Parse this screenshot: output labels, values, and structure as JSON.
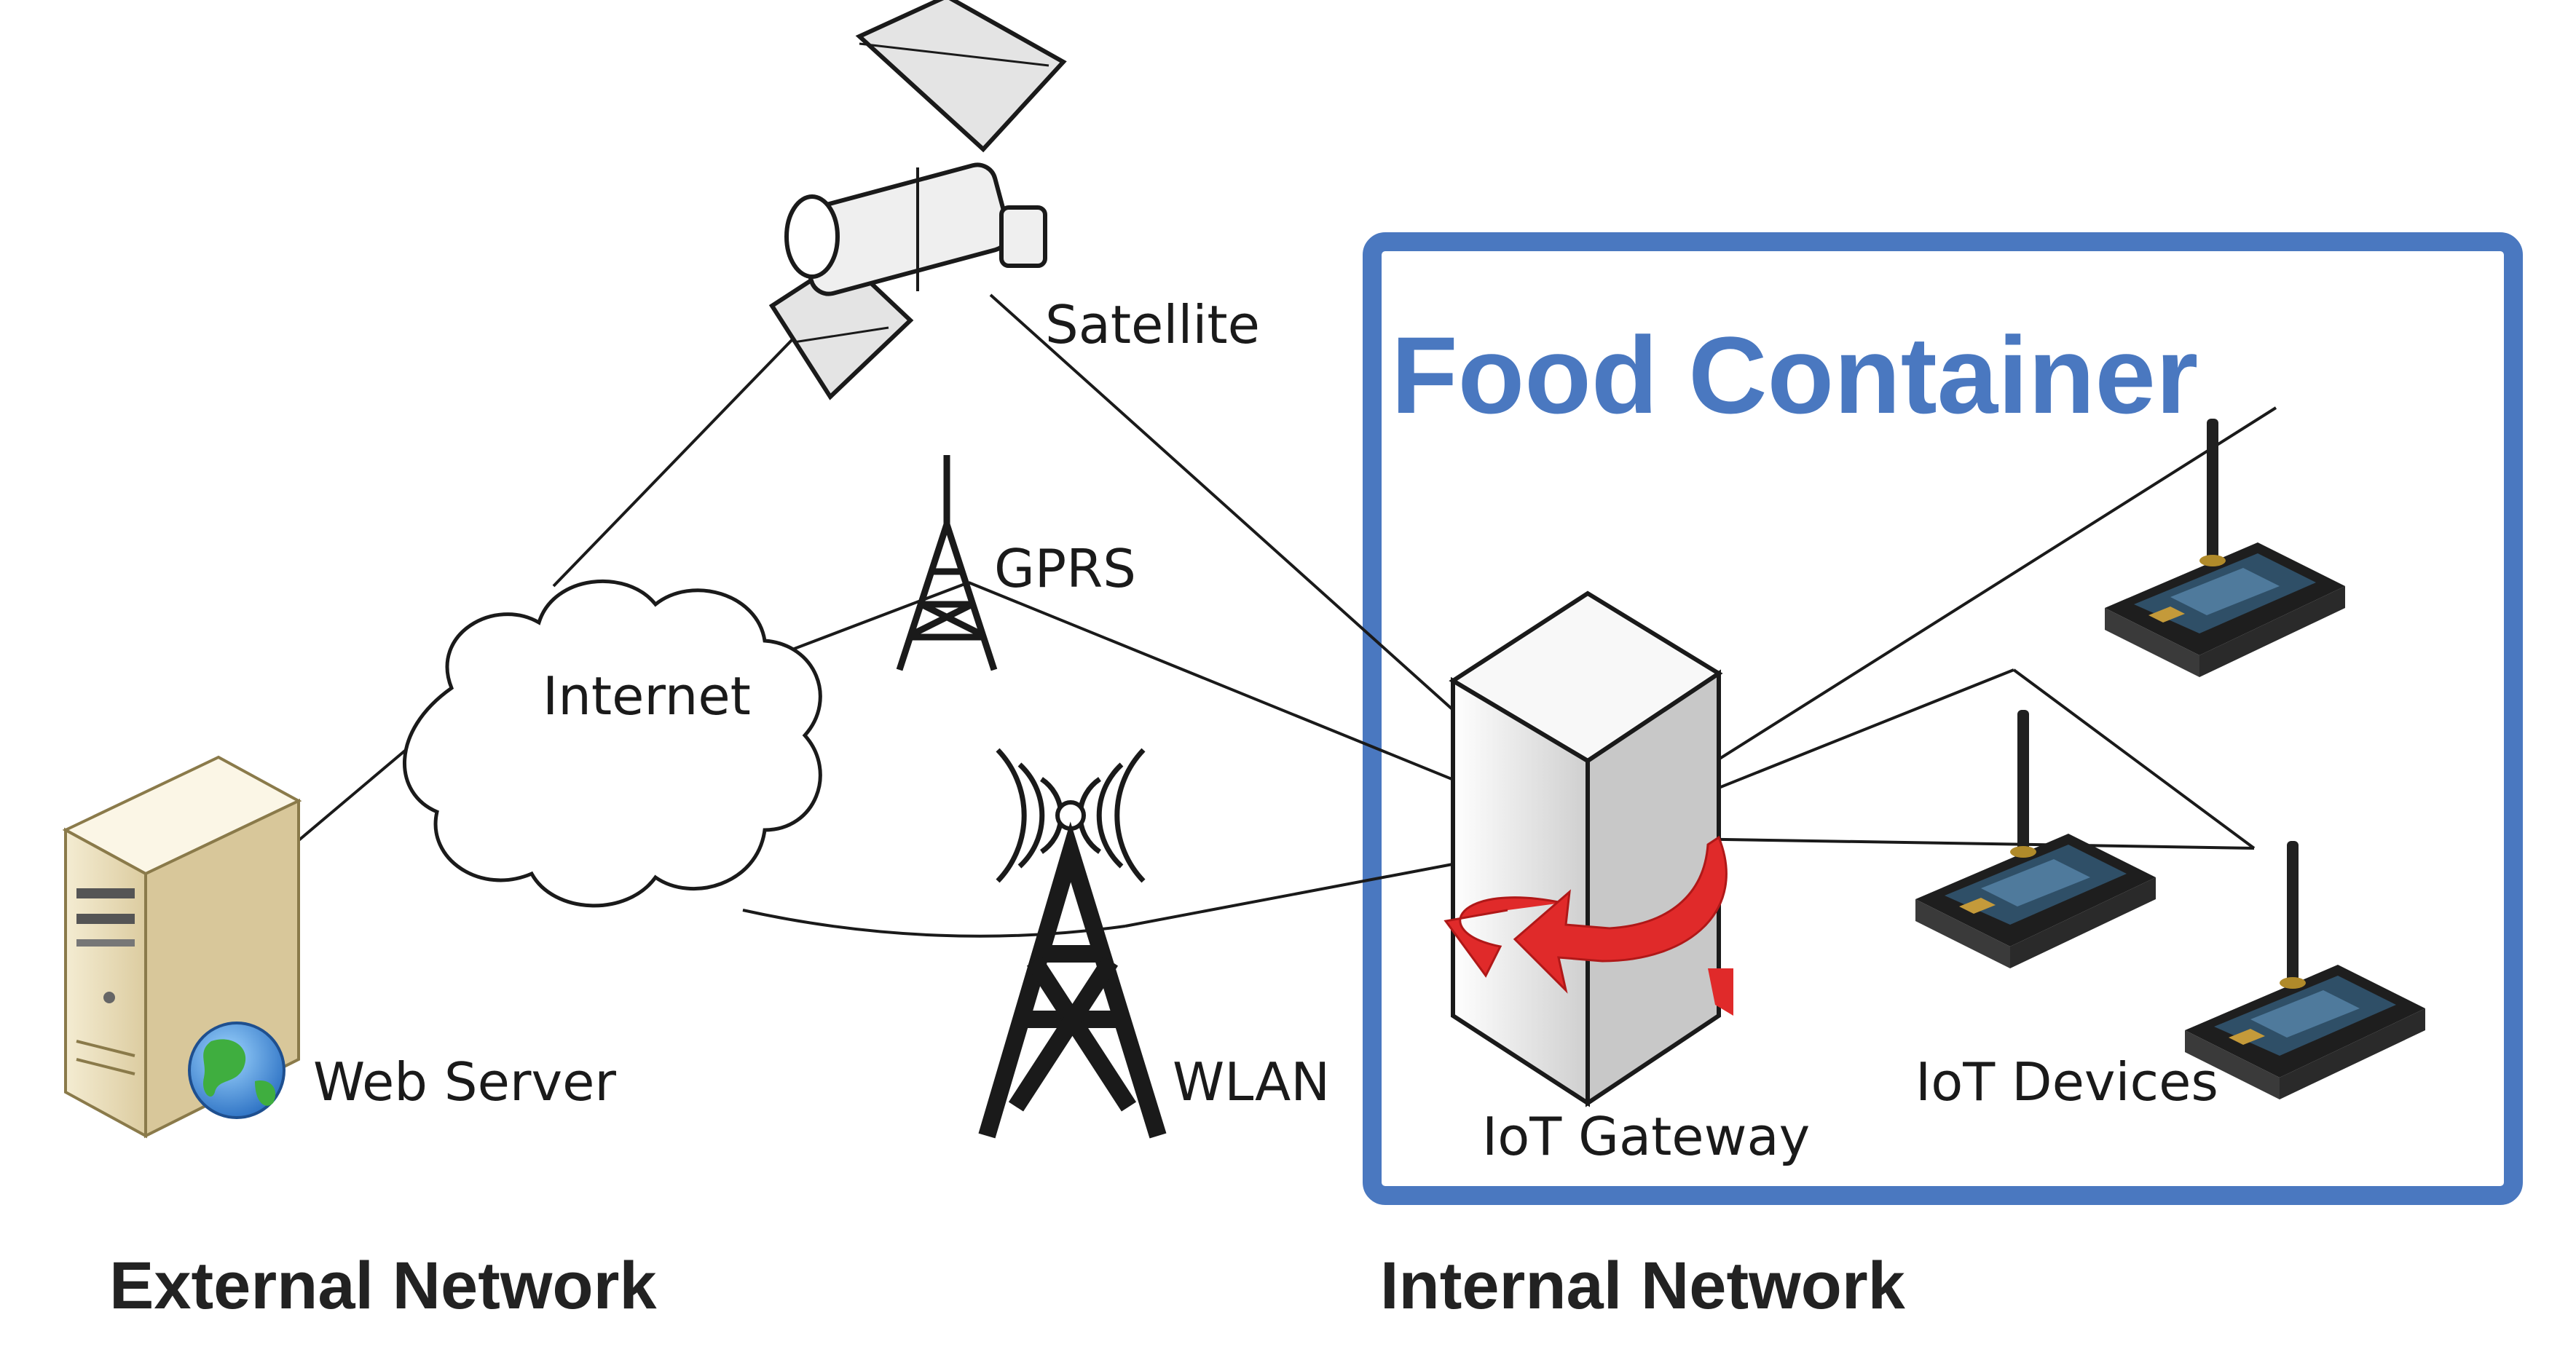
{
  "container": {
    "title": "Food Container",
    "border_color": "#4a78c0"
  },
  "nodes": {
    "satellite": "Satellite",
    "gprs": "GPRS",
    "internet": "Internet",
    "wlan": "WLAN",
    "web_server": "Web Server",
    "iot_gateway": "IoT Gateway",
    "iot_devices": "IoT Devices"
  },
  "sections": {
    "external": "External Network",
    "internal": "Internal Network"
  },
  "colors": {
    "arrow": "#e02a2a",
    "line": "#1a1a1a",
    "pcb": "#2f4f67"
  }
}
